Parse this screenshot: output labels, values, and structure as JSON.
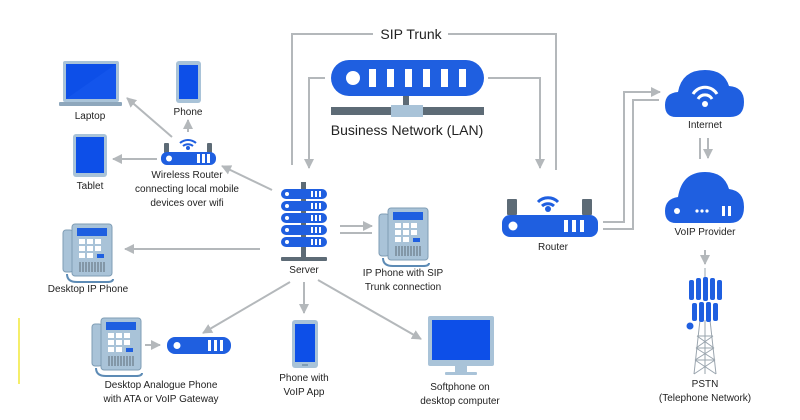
{
  "colors": {
    "primary_blue": "#1f5fe0",
    "screen_blue": "#0d4fe8",
    "device_frame": "#a9c3d8",
    "dark_slate": "#5d6b76",
    "connector_gray": "#b4b8bb",
    "text": "#222222"
  },
  "labels": {
    "sip_trunk": "SIP Trunk",
    "business_network": "Business Network (LAN)",
    "laptop": "Laptop",
    "phone": "Phone",
    "tablet": "Tablet",
    "wireless_router_line1": "Wireless Router",
    "wireless_router_line2": "connecting local mobile",
    "wireless_router_line3": "devices over wifi",
    "server": "Server",
    "ip_phone_sip_line1": "IP Phone with SIP",
    "ip_phone_sip_line2": "Trunk connection",
    "desktop_ip_phone": "Desktop IP Phone",
    "analogue_line1": "Desktop Analogue Phone",
    "analogue_line2": "with ATA or VoIP Gateway",
    "voip_app_line1": "Phone with",
    "voip_app_line2": "VoIP App",
    "softphone_line1": "Softphone on",
    "softphone_line2": "desktop computer",
    "router": "Router",
    "internet": "Internet",
    "voip_provider": "VoIP Provider",
    "pstn_line1": "PSTN",
    "pstn_line2": "(Telephone Network)"
  },
  "nodes": [
    {
      "id": "business-network",
      "icon": "network-switch-icon"
    },
    {
      "id": "laptop",
      "icon": "laptop-icon"
    },
    {
      "id": "phone",
      "icon": "smartphone-icon"
    },
    {
      "id": "tablet",
      "icon": "tablet-icon"
    },
    {
      "id": "wireless-router",
      "icon": "wifi-router-icon"
    },
    {
      "id": "server",
      "icon": "server-rack-icon"
    },
    {
      "id": "ip-phone-sip",
      "icon": "desk-phone-icon"
    },
    {
      "id": "desktop-ip-phone",
      "icon": "desk-phone-icon"
    },
    {
      "id": "analogue-phone",
      "icon": "desk-phone-icon"
    },
    {
      "id": "ata-gateway",
      "icon": "gateway-device-icon"
    },
    {
      "id": "voip-app-phone",
      "icon": "smartphone-icon"
    },
    {
      "id": "softphone-computer",
      "icon": "monitor-icon"
    },
    {
      "id": "router",
      "icon": "wifi-router-icon"
    },
    {
      "id": "internet",
      "icon": "wifi-cloud-icon"
    },
    {
      "id": "voip-provider",
      "icon": "server-cloud-icon"
    },
    {
      "id": "pstn",
      "icon": "cell-tower-icon"
    }
  ],
  "connections": [
    {
      "from": "server",
      "to": "router",
      "label": "SIP Trunk"
    },
    {
      "from": "business-network",
      "to": "server"
    },
    {
      "from": "business-network",
      "to": "router"
    },
    {
      "from": "server",
      "to": "wireless-router"
    },
    {
      "from": "wireless-router",
      "to": "laptop"
    },
    {
      "from": "wireless-router",
      "to": "phone"
    },
    {
      "from": "wireless-router",
      "to": "tablet"
    },
    {
      "from": "server",
      "to": "desktop-ip-phone"
    },
    {
      "from": "server",
      "to": "ip-phone-sip"
    },
    {
      "from": "server",
      "to": "ata-gateway"
    },
    {
      "from": "analogue-phone",
      "to": "ata-gateway"
    },
    {
      "from": "server",
      "to": "voip-app-phone"
    },
    {
      "from": "server",
      "to": "softphone-computer"
    },
    {
      "from": "router",
      "to": "internet"
    },
    {
      "from": "internet",
      "to": "voip-provider"
    },
    {
      "from": "voip-provider",
      "to": "pstn"
    }
  ]
}
